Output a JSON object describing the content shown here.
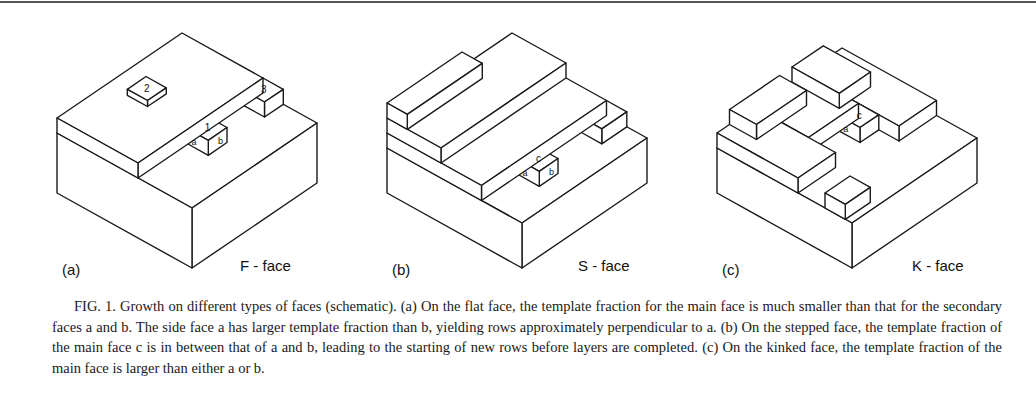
{
  "diagram": {
    "caption": "FIG. 1. Growth on different types of faces (schematic). (a) On the flat face, the template fraction for the main face is much smaller than that for the secondary faces a and b. The side face a has larger template fraction than b, yielding rows approximately perpendicular to a. (b) On the stepped face, the template fraction of the main face c is in between that of a and b, leading to the starting of new rows before layers are completed. (c) On the kinked face, the template fraction of the main face is larger than either a or b.",
    "labels": [
      "2",
      "1",
      "a",
      "b",
      "3",
      "(a)",
      "F - face",
      "c",
      "a",
      "b",
      "(b)",
      "S - face",
      "c",
      "a",
      "(c)",
      "K - face"
    ]
  }
}
